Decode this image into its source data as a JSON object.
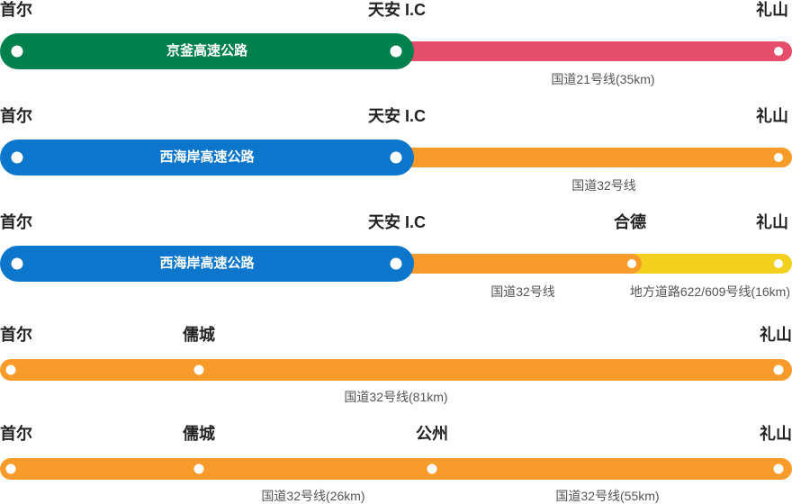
{
  "routes": [
    {
      "stops": [
        "首尔",
        "天安 I.C",
        "礼山"
      ],
      "highway": {
        "name": "京釜高速公路",
        "color": "#00804C"
      },
      "roads": [
        {
          "name": "国道21号线(35km)",
          "color": "#E54D6B"
        }
      ]
    },
    {
      "stops": [
        "首尔",
        "天安 I.C",
        "礼山"
      ],
      "highway": {
        "name": "西海岸高速公路",
        "color": "#0B76CB"
      },
      "roads": [
        {
          "name": "国道32号线",
          "color": "#F99B2A"
        }
      ]
    },
    {
      "stops": [
        "首尔",
        "天安 I.C",
        "合德",
        "礼山"
      ],
      "highway": {
        "name": "西海岸高速公路",
        "color": "#0B76CB"
      },
      "roads": [
        {
          "name": "国道32号线",
          "color": "#F99B2A"
        },
        {
          "name": "地方道路622/609号线(16km)",
          "color": "#F3D01E"
        }
      ]
    },
    {
      "stops": [
        "首尔",
        "儒城",
        "礼山"
      ],
      "roads": [
        {
          "name": "国道32号线(81km)",
          "color": "#F99B2A"
        }
      ]
    },
    {
      "stops": [
        "首尔",
        "儒城",
        "公州",
        "礼山"
      ],
      "roads": [
        {
          "name": "国道32号线(26km)",
          "color": "#F99B2A"
        },
        {
          "name": "国道32号线(55km)",
          "color": "#F99B2A"
        }
      ]
    }
  ]
}
